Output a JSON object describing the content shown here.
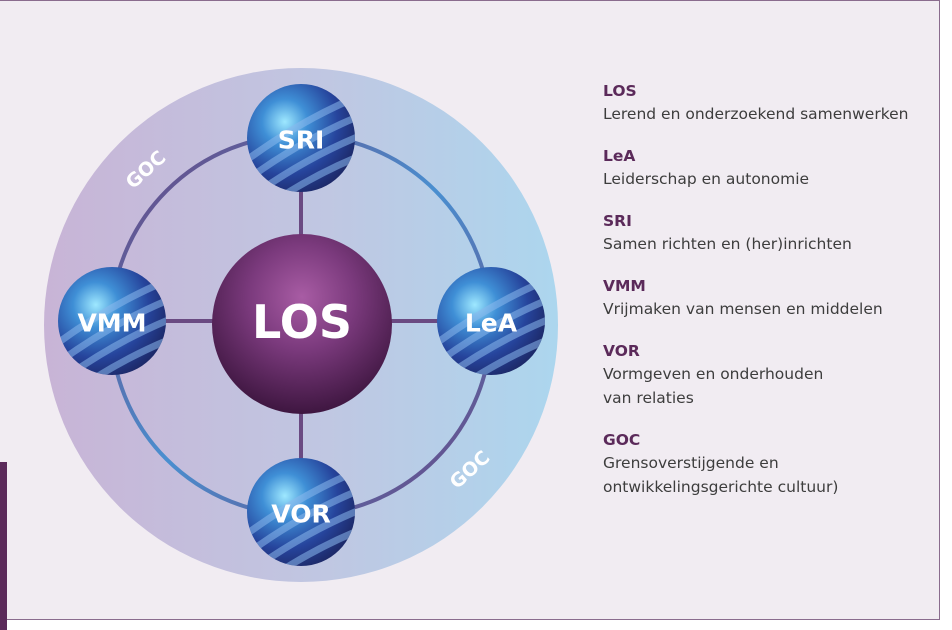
{
  "diagram": {
    "center_label": "LOS",
    "nodes": {
      "top": "SRI",
      "right": "LeA",
      "bottom": "VOR",
      "left": "VMM"
    },
    "outer_ring_label": "GOC"
  },
  "legend": [
    {
      "abbr": "LOS",
      "desc": "Lerend en onderzoekend samenwerken"
    },
    {
      "abbr": "LeA",
      "desc": "Leiderschap en autonomie"
    },
    {
      "abbr": "SRI",
      "desc": "Samen richten en (her)inrichten"
    },
    {
      "abbr": "VMM",
      "desc": "Vrijmaken van mensen en middelen"
    },
    {
      "abbr": "VOR",
      "desc": "Vormgeven en onderhouden\nvan relaties"
    },
    {
      "abbr": "GOC",
      "desc": "Grensoverstijgende en\nontwikkelingsgerichte cultuur)"
    }
  ],
  "colors": {
    "accent": "#5b2a5a",
    "outer_circle_left": "#c9b8d8",
    "outer_circle_right": "#b3d8ef",
    "center_sphere": "#7a3e7c",
    "node_sphere": "#2e59a8"
  }
}
